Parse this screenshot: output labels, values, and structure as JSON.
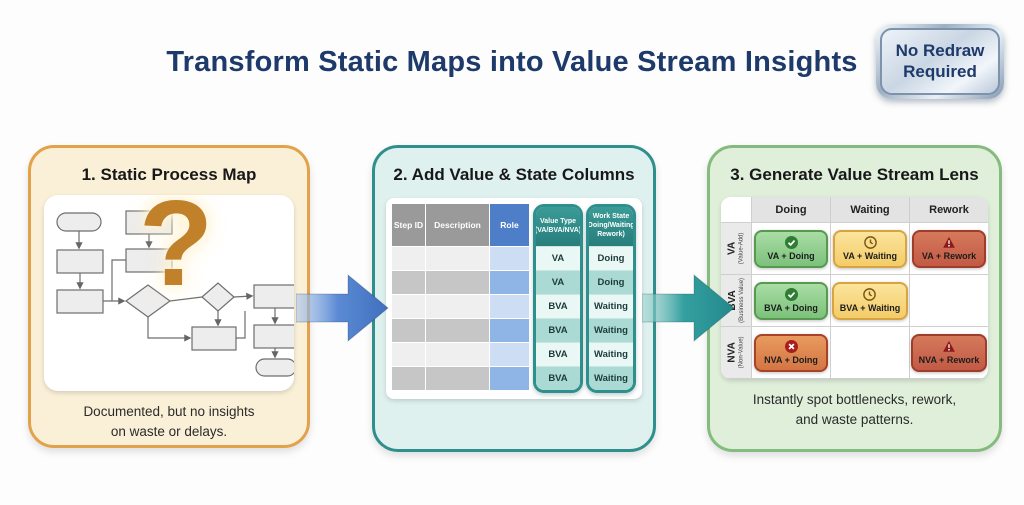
{
  "title": "Transform Static Maps into Value Stream Insights",
  "badge": {
    "line1": "No Redraw",
    "line2": "Required"
  },
  "colors": {
    "title_navy": "#1d3a6b",
    "panel1_border": "#E2A24C",
    "panel1_bg": "#FAF0D8",
    "panel2_border": "#2F8F8C",
    "panel2_bg": "#DFF1EF",
    "panel3_border": "#85BB7E",
    "panel3_bg": "#DFEFDA",
    "arrow_blue": "#4F81CF",
    "arrow_teal": "#2E9C9C",
    "question_mark_gold": "#C1812A",
    "chip_green": "#7CC17B",
    "chip_yellow": "#F4CC69",
    "chip_red": "#C25A45",
    "chip_orange": "#D47544"
  },
  "panel1": {
    "title": "1. Static Process Map",
    "question_mark": "?",
    "caption_line1": "Documented, but no insights",
    "caption_line2": "on waste or delays."
  },
  "panel2": {
    "title": "2. Add Value & State Columns",
    "headers": {
      "step_id": "Step ID",
      "description": "Description",
      "role": "Role",
      "value_type_line1": "Value Type",
      "value_type_line2": "(VA/BVA/NVA)",
      "work_state_line1": "Work State",
      "work_state_line2": "(Doing/Waiting/",
      "work_state_line3": "Rework)"
    },
    "rows": [
      {
        "value_type": "VA",
        "work_state": "Doing"
      },
      {
        "value_type": "VA",
        "work_state": "Doing"
      },
      {
        "value_type": "BVA",
        "work_state": "Waiting"
      },
      {
        "value_type": "BVA",
        "work_state": "Waiting"
      },
      {
        "value_type": "BVA",
        "work_state": "Waiting"
      },
      {
        "value_type": "BVA",
        "work_state": "Waiting"
      }
    ]
  },
  "panel3": {
    "title": "3. Generate Value Stream Lens",
    "col_headers": [
      "Doing",
      "Waiting",
      "Rework"
    ],
    "row_headers": [
      {
        "abbr": "VA",
        "sub": "(Value-Add)"
      },
      {
        "abbr": "BVA",
        "sub": "(Business Value)"
      },
      {
        "abbr": "NVA",
        "sub": "(Non-Value)"
      }
    ],
    "chips": {
      "va_doing": "VA + Doing",
      "va_waiting": "VA + Waiting",
      "va_rework": "VA + Rework",
      "bva_doing": "BVA + Doing",
      "bva_waiting": "BVA + Waiting",
      "nva_doing": "NVA + Doing",
      "nva_rework": "NVA + Rework"
    },
    "caption_line1": "Instantly spot bottlenecks, rework,",
    "caption_line2": "and waste patterns."
  }
}
